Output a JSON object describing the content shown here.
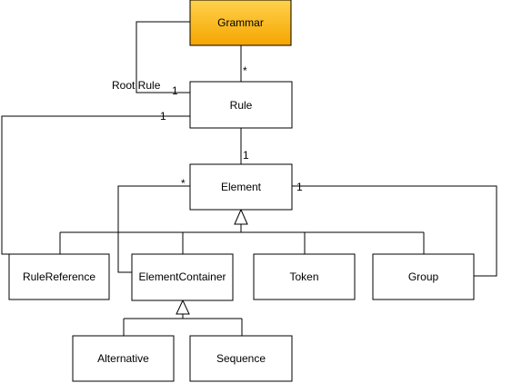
{
  "colors": {
    "grammar_fill": "#f5a500",
    "box_fill": "#ffffff",
    "line": "#000000"
  },
  "nodes": {
    "grammar": "Grammar",
    "rule": "Rule",
    "element": "Element",
    "rule_reference": "RuleReference",
    "element_container": "ElementContainer",
    "token": "Token",
    "group": "Group",
    "alternative": "Alternative",
    "sequence": "Sequence"
  },
  "edges": {
    "root_rule_label": "Root Rule",
    "grammar_rule_many": "*",
    "root_rule_one": "1",
    "ruleref_rule_one": "1",
    "rule_element_one": "1",
    "container_element_many": "*",
    "group_element_one": "1"
  }
}
